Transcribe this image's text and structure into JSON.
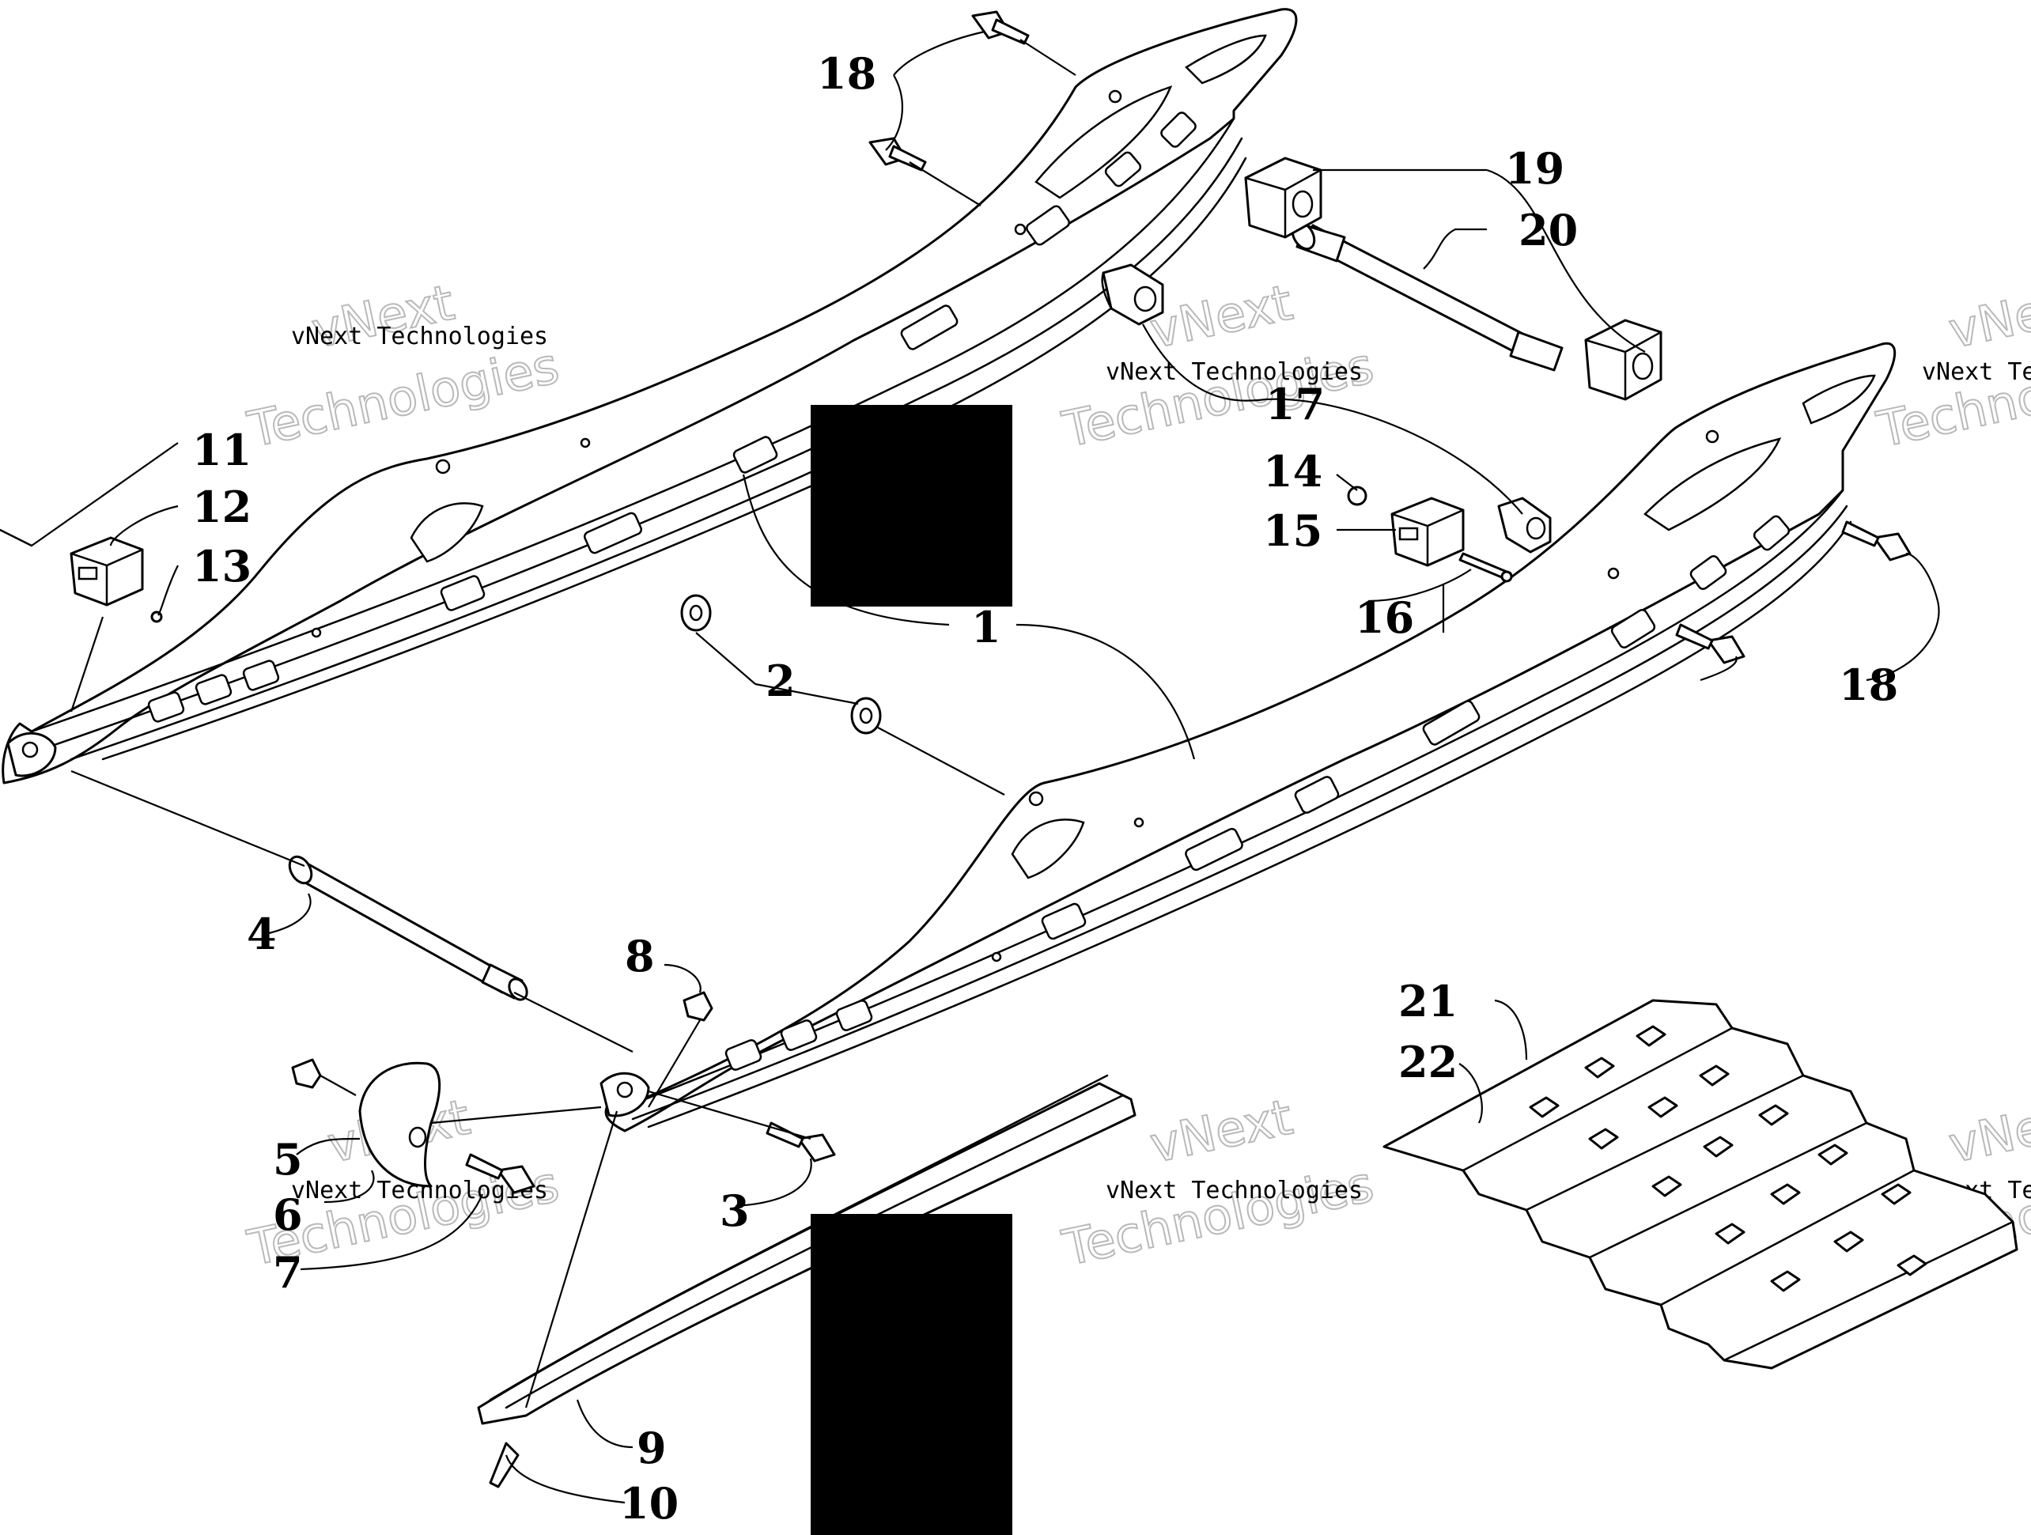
{
  "colors": {
    "line": "#000000",
    "background": "#ffffff",
    "watermark": "#b9b9b9",
    "redaction": "#000000"
  },
  "callouts": [
    {
      "id": "1",
      "text": "1"
    },
    {
      "id": "2",
      "text": "2"
    },
    {
      "id": "3",
      "text": "3"
    },
    {
      "id": "4",
      "text": "4"
    },
    {
      "id": "5",
      "text": "5"
    },
    {
      "id": "6",
      "text": "6"
    },
    {
      "id": "7",
      "text": "7"
    },
    {
      "id": "8",
      "text": "8"
    },
    {
      "id": "9",
      "text": "9"
    },
    {
      "id": "10",
      "text": "10"
    },
    {
      "id": "11",
      "text": "11"
    },
    {
      "id": "12",
      "text": "12"
    },
    {
      "id": "13",
      "text": "13"
    },
    {
      "id": "14",
      "text": "14"
    },
    {
      "id": "15",
      "text": "15"
    },
    {
      "id": "16",
      "text": "16"
    },
    {
      "id": "17",
      "text": "17"
    },
    {
      "id": "18a",
      "text": "18"
    },
    {
      "id": "18b",
      "text": "18"
    },
    {
      "id": "19",
      "text": "19"
    },
    {
      "id": "20",
      "text": "20"
    },
    {
      "id": "21",
      "text": "21"
    },
    {
      "id": "22",
      "text": "22"
    }
  ],
  "watermark": {
    "line1": "vNext",
    "line2": "vNext Technologies",
    "line3": "Technologies",
    "cut_line2": "vNext Tec",
    "cut_line3": "Techno"
  },
  "parts": [
    {
      "name": "slide-rail-left",
      "icon": "slide-rail-icon"
    },
    {
      "name": "slide-rail-right",
      "icon": "slide-rail-icon"
    },
    {
      "name": "front-axle",
      "icon": "axle-icon"
    },
    {
      "name": "rear-axle",
      "icon": "axle-icon"
    },
    {
      "name": "rail-wear-strip",
      "icon": "wear-strip-icon"
    },
    {
      "name": "track-section",
      "icon": "track-icon"
    },
    {
      "name": "bumper-block",
      "icon": "bumper-icon"
    },
    {
      "name": "idler-wheel",
      "icon": "wheel-icon"
    }
  ]
}
